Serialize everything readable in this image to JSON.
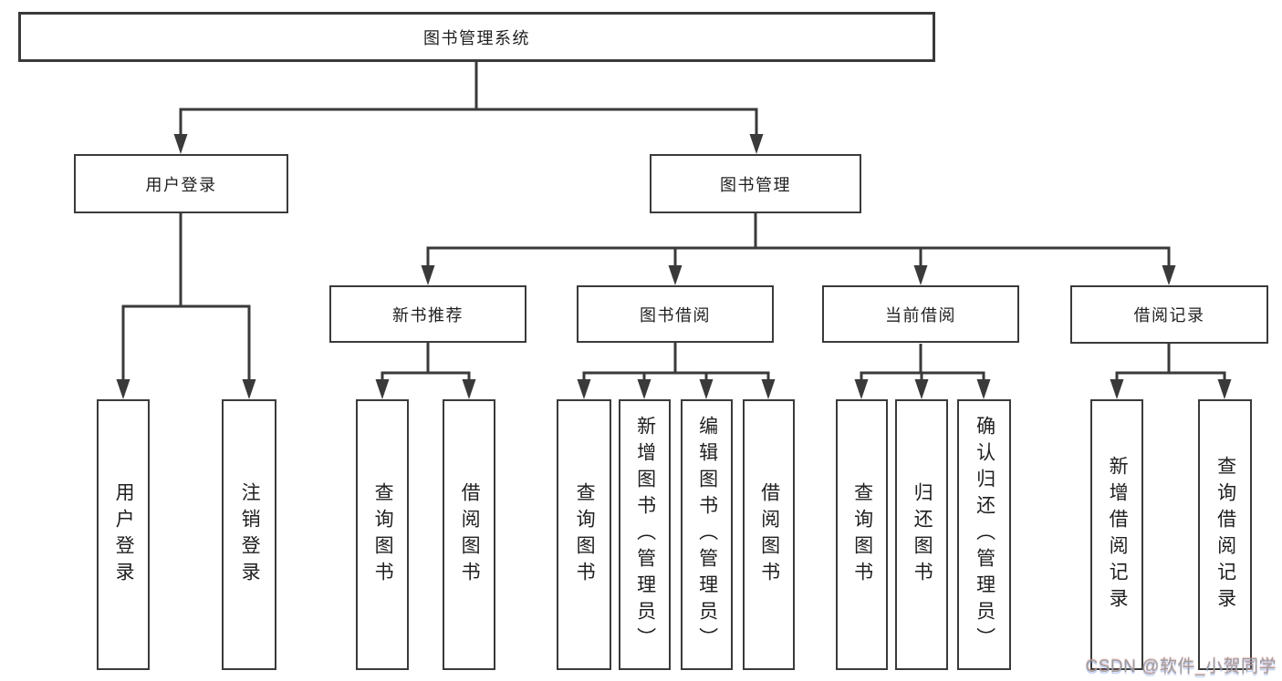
{
  "colors": {
    "line": "#3a3a3a",
    "box_border": "#3a3a3a",
    "text": "#1f1f1f",
    "watermark": "#9d9d9d",
    "background": "#ffffff"
  },
  "watermark": {
    "text": "CSDN @软件_小贺同学"
  },
  "tree": {
    "label": "图书管理系统",
    "children": [
      {
        "label": "用户登录",
        "children": [
          {
            "label": "用户登录"
          },
          {
            "label": "注销登录"
          }
        ]
      },
      {
        "label": "图书管理",
        "children": [
          {
            "label": "新书推荐",
            "children": [
              {
                "label": "查询图书"
              },
              {
                "label": "借阅图书"
              }
            ]
          },
          {
            "label": "图书借阅",
            "children": [
              {
                "label": "查询图书"
              },
              {
                "label": "新增图书（管理员）"
              },
              {
                "label": "编辑图书（管理员）"
              },
              {
                "label": "借阅图书"
              }
            ]
          },
          {
            "label": "当前借阅",
            "children": [
              {
                "label": "查询图书"
              },
              {
                "label": "归还图书"
              },
              {
                "label": "确认归还（管理员）"
              }
            ]
          },
          {
            "label": "借阅记录",
            "children": [
              {
                "label": "新增借阅记录"
              },
              {
                "label": "查询借阅记录"
              }
            ]
          }
        ]
      }
    ]
  }
}
